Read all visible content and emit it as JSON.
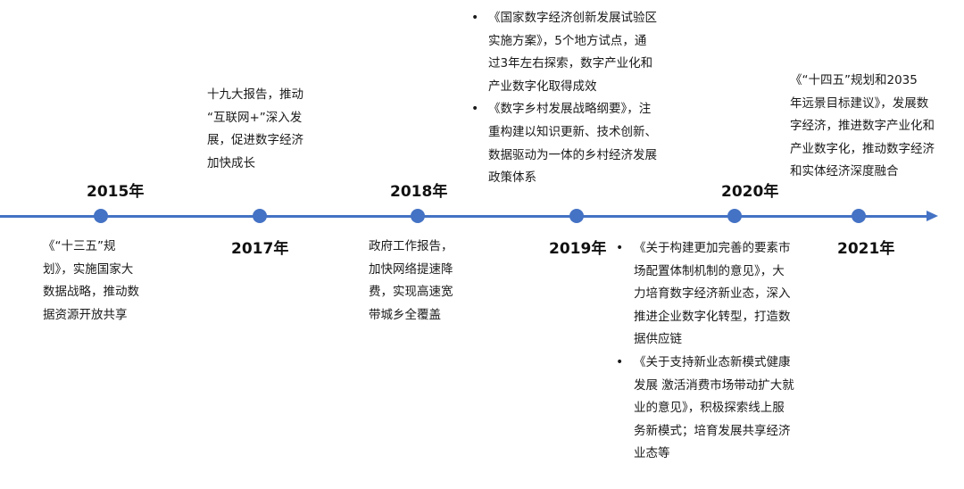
{
  "timeline": {
    "accent_color": "#4472c4",
    "events": [
      {
        "year": "2015年",
        "lines": [
          "《“十三五”规",
          "划》，实施国家大",
          "数据战略，推动数",
          "据资源开放共享"
        ]
      },
      {
        "year": "2017年",
        "lines": [
          "十九大报告，推动",
          "“互联网+”深入发",
          "展，促进数字经济",
          "加快成长"
        ]
      },
      {
        "year": "2018年",
        "lines": [
          "政府工作报告，",
          "加快网络提速降",
          "费，实现高速宽",
          "带城乡全覆盖"
        ]
      },
      {
        "year": "2019年",
        "bullet": "•",
        "items": [
          {
            "lines": [
              "《国家数字经济创新发展试验区",
              "实施方案》，5个地方试点，通",
              "过3年左右探索，数字产业化和",
              "产业数字化取得成效"
            ]
          },
          {
            "lines": [
              "《数字乡村发展战略纲要》，注",
              "重构建以知识更新、技术创新、",
              "数据驱动为一体的乡村经济发展",
              "政策体系"
            ]
          }
        ]
      },
      {
        "year": "2020年",
        "bullet": "•",
        "items": [
          {
            "lines": [
              "《关于构建更加完善的要素市",
              "场配置体制机制的意见》，大",
              "力培育数字经济新业态，深入",
              "推进企业数字化转型，打造数",
              "据供应链"
            ]
          },
          {
            "lines": [
              "《关于支持新业态新模式健康",
              "发展 激活消费市场带动扩大就",
              "业的意见》，积极探索线上服",
              "务新模式；培育发展共享经济",
              "业态等"
            ]
          }
        ]
      },
      {
        "year": "2021年",
        "lines": [
          "《“十四五”规划和2035",
          "年远景目标建议》，发展数",
          "字经济，推进数字产业化和",
          "产业数字化，推动数字经济",
          "和实体经济深度融合"
        ]
      }
    ]
  }
}
